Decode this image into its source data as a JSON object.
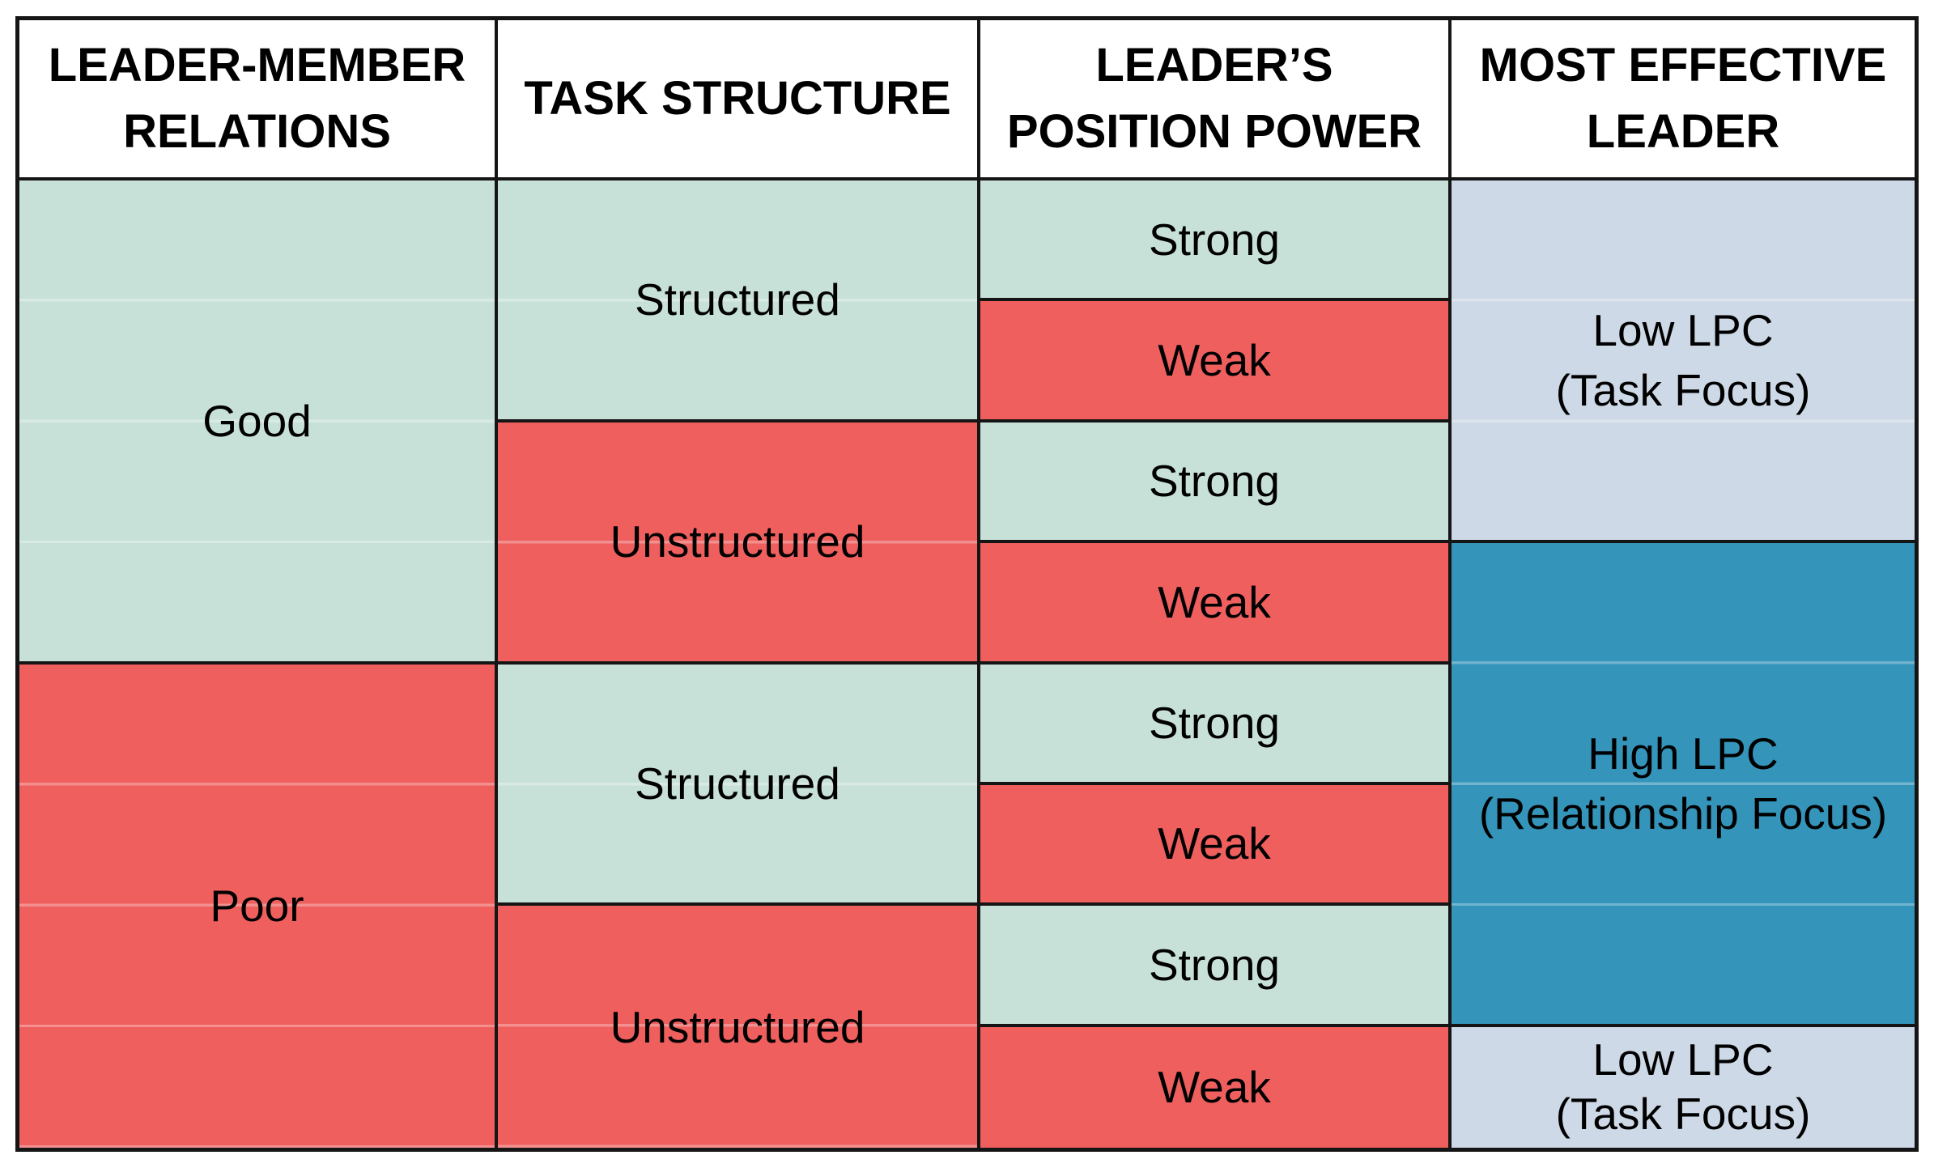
{
  "columns": [
    {
      "header": "LEADER-MEMBER\nRELATIONS"
    },
    {
      "header": "TASK STRUCTURE"
    },
    {
      "header": "LEADER’S\nPOSITION POWER"
    },
    {
      "header": "MOST EFFECTIVE\nLEADER"
    }
  ],
  "relations": [
    {
      "label": "Good",
      "tone": "green",
      "row_span": 4
    },
    {
      "label": "Poor",
      "tone": "red",
      "row_span": 4
    }
  ],
  "task_structure": [
    {
      "label": "Structured",
      "tone": "green",
      "row_span": 2
    },
    {
      "label": "Unstructured",
      "tone": "red",
      "row_span": 2
    },
    {
      "label": "Structured",
      "tone": "green",
      "row_span": 2
    },
    {
      "label": "Unstructured",
      "tone": "red",
      "row_span": 2
    }
  ],
  "position_power": [
    {
      "label": "Strong",
      "tone": "green"
    },
    {
      "label": "Weak",
      "tone": "red"
    },
    {
      "label": "Strong",
      "tone": "green"
    },
    {
      "label": "Weak",
      "tone": "red"
    },
    {
      "label": "Strong",
      "tone": "green"
    },
    {
      "label": "Weak",
      "tone": "red"
    },
    {
      "label": "Strong",
      "tone": "green"
    },
    {
      "label": "Weak",
      "tone": "red"
    }
  ],
  "most_effective": [
    {
      "label": "Low LPC\n(Task Focus)",
      "tone": "light_blue",
      "row_span": 3
    },
    {
      "label": "High LPC\n(Relationship Focus)",
      "tone": "dark_blue",
      "row_span": 4
    },
    {
      "label": "Low LPC\n(Task Focus)",
      "tone": "light_blue",
      "row_span": 1
    }
  ],
  "colors": {
    "green": "#c8e1d8",
    "red": "#ee5f5e",
    "light_blue": "#cdd9e6",
    "dark_blue": "#3494ba",
    "border": "#151515",
    "header_bg": "#ffffff",
    "text": "#000000"
  }
}
